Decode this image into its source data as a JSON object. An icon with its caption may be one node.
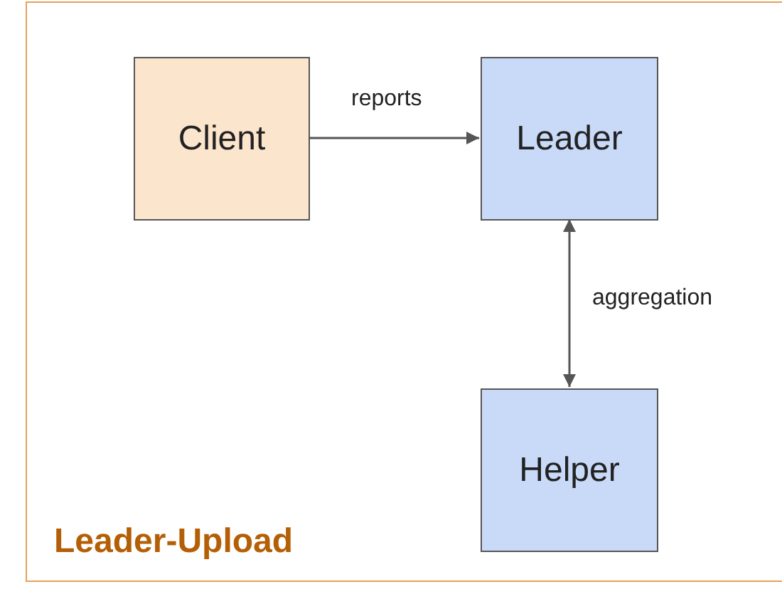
{
  "diagram": {
    "nodes": [
      {
        "text": [
          "Leader-Upload"
        ]
      },
      {
        "text": [
          "Client"
        ],
        "in": 0
      },
      {
        "text": [
          "Leader"
        ],
        "in": 0
      },
      {
        "text": [
          "Helper"
        ],
        "in": 0
      }
    ],
    "edges": [
      {
        "from": 1,
        "to": 2,
        "arrow": "to",
        "label": "reports"
      },
      {
        "from": 2,
        "to": 3,
        "arrow": "both",
        "label": "aggregation"
      }
    ]
  }
}
